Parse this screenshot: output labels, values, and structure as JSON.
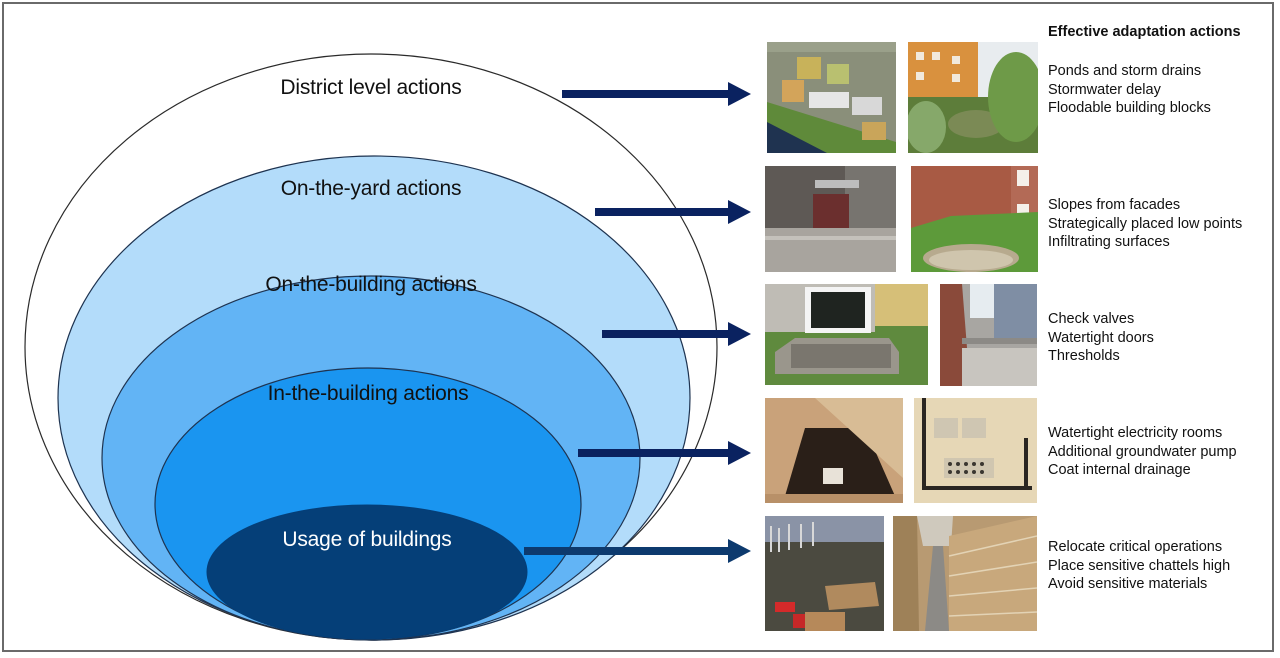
{
  "diagram": {
    "colors": {
      "outer_fill": "#ffffff",
      "yard_fill": "#b3dcfa",
      "building_fill": "#62b4f5",
      "in_building_fill": "#1a95f0",
      "usage_fill": "#053f78",
      "outline": "#1e3350",
      "arrow": "#0a2260",
      "arrow_last": "#0d3a6e"
    },
    "layers": [
      {
        "label": "District level actions"
      },
      {
        "label": "On-the-yard actions"
      },
      {
        "label": "On-the-building actions"
      },
      {
        "label": "In-the-building actions"
      },
      {
        "label": "Usage of buildings"
      }
    ]
  },
  "actions_panel": {
    "title": "Effective adaptation actions",
    "groups": [
      {
        "items": [
          "Ponds and storm drains",
          "Stormwater delay",
          "Floodable building blocks"
        ],
        "photos": [
          "aerial-district-photo",
          "pond-courtyard-photo"
        ]
      },
      {
        "items": [
          "Slopes from facades",
          "Strategically placed low points",
          "Infiltrating surfaces"
        ],
        "photos": [
          "paved-yard-entrance-photo",
          "lawn-low-point-photo"
        ]
      },
      {
        "items": [
          "Check valves",
          "Watertight doors",
          "Thresholds"
        ],
        "photos": [
          "basement-window-well-photo",
          "basement-stairs-photo"
        ]
      },
      {
        "items": [
          "Watertight electricity rooms",
          "Additional groundwater pump",
          "Coat internal drainage"
        ],
        "photos": [
          "floor-hatch-pump-photo",
          "electrical-cabinet-photo"
        ]
      },
      {
        "items": [
          "Relocate critical operations",
          "Place sensitive chattels high",
          "Avoid sensitive materials"
        ],
        "photos": [
          "flooded-room-photo",
          "archive-corridor-photo"
        ]
      }
    ]
  }
}
